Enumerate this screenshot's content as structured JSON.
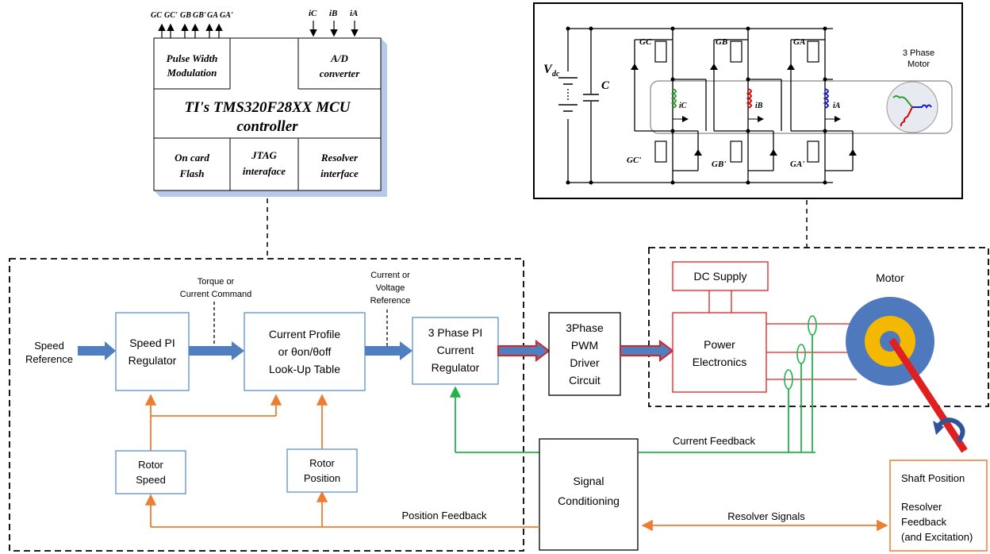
{
  "mcu": {
    "signals_out": [
      "GC",
      "GC'",
      "GB",
      "GB'",
      "GA",
      "GA'"
    ],
    "signals_in": [
      "iC",
      "iB",
      "iA"
    ],
    "pwm": [
      "Pulse Width",
      "Modulation"
    ],
    "adc": [
      "A/D",
      "converter"
    ],
    "title": [
      "TI's TMS320F28XX MCU",
      "controller"
    ],
    "flash": [
      "On card",
      "Flash"
    ],
    "jtag": [
      "JTAG",
      "interaface"
    ],
    "resolver": [
      "Resolver",
      "interface"
    ]
  },
  "inverter": {
    "vdc": "V",
    "vdc_sub": "dc",
    "cap": "C",
    "gates_top": [
      "GC",
      "GB",
      "GA"
    ],
    "gates_bottom": [
      "GC'",
      "GB'",
      "GA'"
    ],
    "currents": [
      "iC",
      "iB",
      "iA"
    ],
    "motor_label": [
      "3 Phase",
      "Motor"
    ],
    "colors": {
      "phase_c": "#2aa02a",
      "phase_b": "#e00000",
      "phase_a": "#1a1ad0"
    }
  },
  "controller": {
    "speed_ref": [
      "Speed",
      "Reference"
    ],
    "speed_pi": [
      "Speed PI",
      "Regulator"
    ],
    "torque_cmd": [
      "Torque or",
      "Current Command"
    ],
    "profile": [
      "Current Profile",
      "or θon/θoff",
      "Look-Up Table"
    ],
    "current_ref": [
      "Current or",
      "Voltage",
      "Reference"
    ],
    "pi_current": [
      "3 Phase PI",
      "Current",
      "Regulator"
    ],
    "rotor_speed": [
      "Rotor",
      "Speed"
    ],
    "rotor_position": [
      "Rotor",
      "Position"
    ],
    "position_feedback": "Position Feedback"
  },
  "pwm_driver": [
    "3Phase",
    "PWM",
    "Driver",
    "Circuit"
  ],
  "power": {
    "dc_supply": "DC Supply",
    "power_electronics": [
      "Power",
      "Electronics"
    ],
    "motor": "Motor"
  },
  "signal_conditioning": [
    "Signal",
    "Conditioning"
  ],
  "current_feedback": "Current Feedback",
  "resolver_signals": "Resolver Signals",
  "shaft": {
    "title": "Shaft Position",
    "lines": [
      "Resolver",
      "Feedback",
      "(and Excitation)"
    ]
  },
  "colors": {
    "block_blue": "#5b8fd1",
    "arrow_blue": "#4f7fbf",
    "orange": "#ed7d31",
    "green": "#22b24c",
    "red": "#e02020",
    "motor_outer": "#4f79bd",
    "motor_inner": "#f5b800"
  }
}
